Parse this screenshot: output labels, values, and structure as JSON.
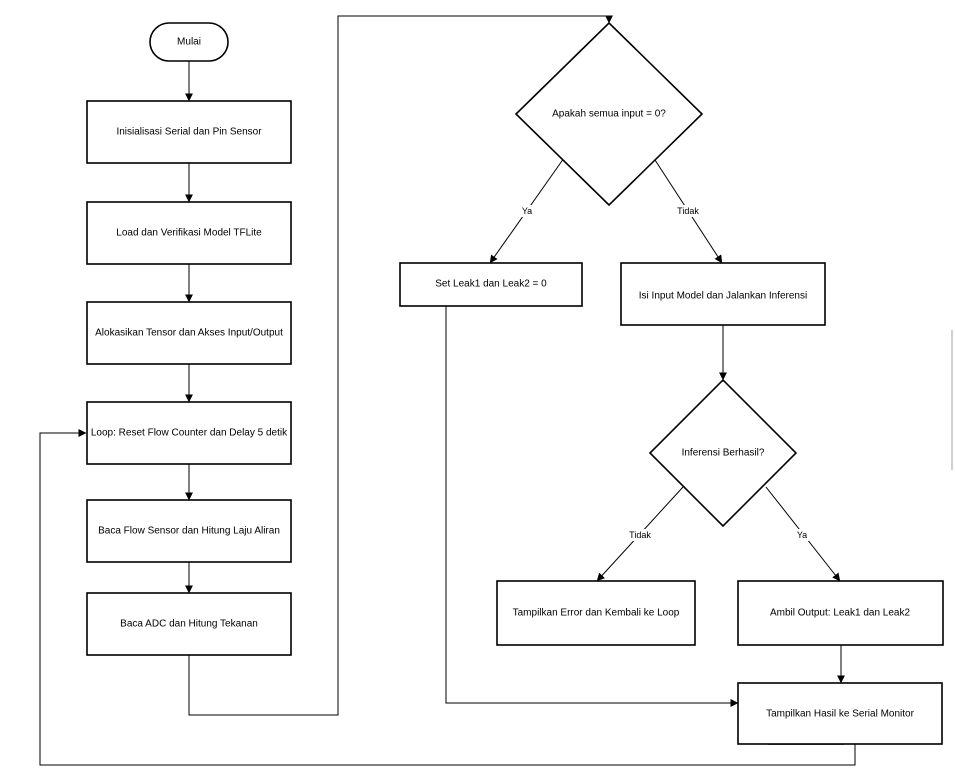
{
  "nodes": {
    "start": "Mulai",
    "init": "Inisialisasi Serial dan Pin Sensor",
    "load_model": "Load dan Verifikasi Model TFLite",
    "alloc": "Alokasikan Tensor dan Akses Input/Output",
    "loop": "Loop: Reset Flow Counter dan Delay 5 detik",
    "read_flow": "Baca Flow Sensor dan Hitung Laju Aliran",
    "read_adc": "Baca ADC dan Hitung Tekanan",
    "check_zero": "Apakah semua input = 0?",
    "set_zero": "Set Leak1 dan Leak2 = 0",
    "run_inference": "Isi Input Model dan Jalankan Inferensi",
    "check_inference": "Inferensi Berhasil?",
    "show_error": "Tampilkan Error dan Kembali ke Loop",
    "get_output": "Ambil Output: Leak1 dan Leak2",
    "show_result": "Tampilkan Hasil ke Serial Monitor"
  },
  "edge_labels": {
    "zero_yes": "Ya",
    "zero_no": "Tidak",
    "inference_no": "Tidak",
    "inference_yes": "Ya"
  }
}
